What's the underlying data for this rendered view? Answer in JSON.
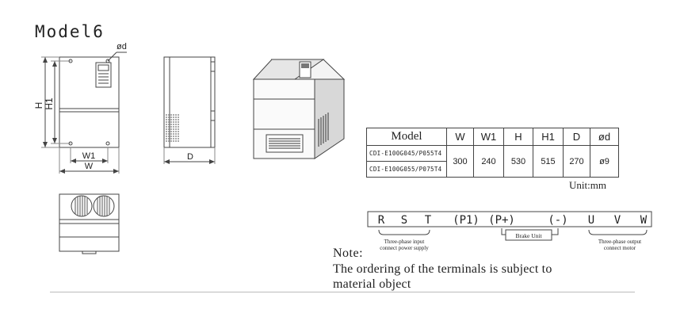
{
  "title": "Model6",
  "dimension_labels": {
    "hole": "ød",
    "height": "H",
    "height1": "H1",
    "width": "W",
    "width1": "W1",
    "depth": "D"
  },
  "table": {
    "headers": [
      "Model",
      "W",
      "W1",
      "H",
      "H1",
      "D",
      "ød"
    ],
    "models": [
      "CDI-E100G045/P055T4",
      "CDI-E100G055/P075T4"
    ],
    "values": [
      "300",
      "240",
      "530",
      "515",
      "270",
      "ø9"
    ]
  },
  "unit": "Unit:mm",
  "terminals": {
    "labels": [
      "R",
      "S",
      "T",
      "(P1)",
      "(P+)",
      "(-)",
      "U",
      "V",
      "W"
    ],
    "input_note_line1": "Three-phase input",
    "input_note_line2": "connect power supply",
    "brake_label": "Brake Unit",
    "output_note_line1": "Three-phase output",
    "output_note_line2": "connect motor"
  },
  "note": {
    "label": "Note:",
    "text": "The ordering of the terminals is subject to material object"
  }
}
